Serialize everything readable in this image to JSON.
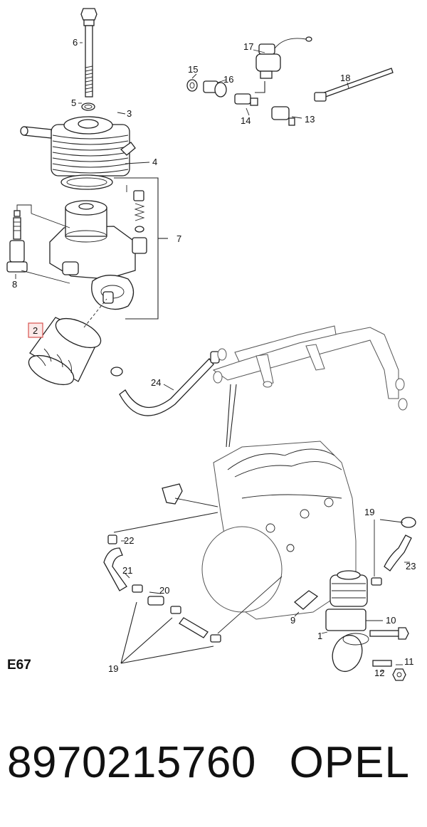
{
  "diagram": {
    "code": "E67",
    "highlight_color": "#d9534f",
    "callouts": [
      {
        "id": "c1",
        "label": "1"
      },
      {
        "id": "c2",
        "label": "2",
        "highlighted": true
      },
      {
        "id": "c3",
        "label": "3"
      },
      {
        "id": "c4",
        "label": "4"
      },
      {
        "id": "c5",
        "label": "5"
      },
      {
        "id": "c6",
        "label": "6"
      },
      {
        "id": "c7",
        "label": "7"
      },
      {
        "id": "c8",
        "label": "8"
      },
      {
        "id": "c9",
        "label": "9"
      },
      {
        "id": "c10",
        "label": "10"
      },
      {
        "id": "c11",
        "label": "11"
      },
      {
        "id": "c12",
        "label": "12"
      },
      {
        "id": "c13",
        "label": "13"
      },
      {
        "id": "c14",
        "label": "14"
      },
      {
        "id": "c15",
        "label": "15"
      },
      {
        "id": "c16",
        "label": "16"
      },
      {
        "id": "c17",
        "label": "17"
      },
      {
        "id": "c18",
        "label": "18"
      },
      {
        "id": "c19a",
        "label": "19"
      },
      {
        "id": "c19b",
        "label": "19"
      },
      {
        "id": "c20",
        "label": "20"
      },
      {
        "id": "c21",
        "label": "21"
      },
      {
        "id": "c22",
        "label": "22"
      },
      {
        "id": "c23",
        "label": "23"
      },
      {
        "id": "c24",
        "label": "24"
      }
    ]
  },
  "caption": {
    "part_number": "8970215760",
    "brand": "OPEL"
  }
}
